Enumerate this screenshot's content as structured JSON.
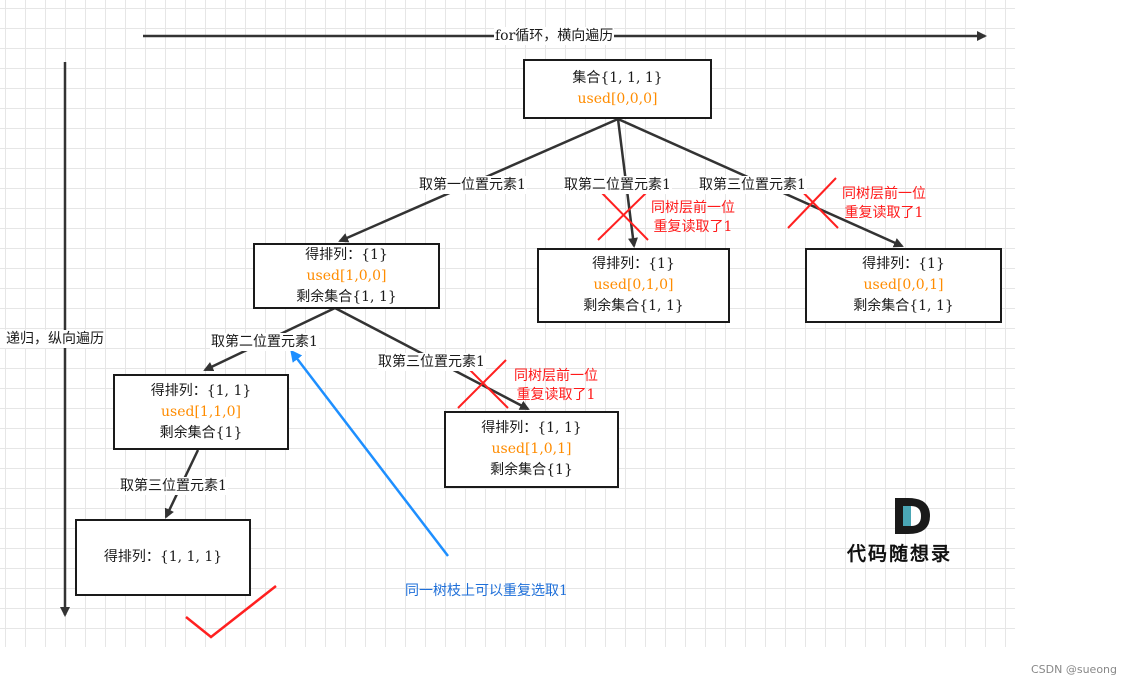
{
  "axes": {
    "horizontal_label": "for循环，横向遍历",
    "vertical_label": "递归，纵向遍历"
  },
  "nodes": {
    "root": {
      "line1": "集合{1, 1, 1}",
      "used": "used[0,0,0]"
    },
    "l1a": {
      "line1": "得排列：{1}",
      "used": "used[1,0,0]",
      "line3": "剩余集合{1, 1}"
    },
    "l1b": {
      "line1": "得排列：{1}",
      "used": "used[0,1,0]",
      "line3": "剩余集合{1, 1}"
    },
    "l1c": {
      "line1": "得排列：{1}",
      "used": "used[0,0,1]",
      "line3": "剩余集合{1, 1}"
    },
    "l2a": {
      "line1": "得排列：{1, 1}",
      "used": "used[1,1,0]",
      "line3": "剩余集合{1}"
    },
    "l2b": {
      "line1": "得排列：{1, 1}",
      "used": "used[1,0,1]",
      "line3": "剩余集合{1}"
    },
    "l3a": {
      "line1": "得排列：{1, 1, 1}"
    }
  },
  "edge_labels": {
    "root_first": "取第一位置元素1",
    "root_second": "取第二位置元素1",
    "root_third": "取第三位置元素1",
    "l1a_second": "取第二位置元素1",
    "l1a_third": "取第三位置元素1",
    "l2a_third": "取第三位置元素1"
  },
  "prune_notes": {
    "note1_line1": "同树层前一位",
    "note1_line2": "重复读取了1",
    "note2_line1": "同树层前一位",
    "note2_line2": "重复读取了1",
    "note3_line1": "同树层前一位",
    "note3_line2": "重复读取了1"
  },
  "branch_note": "同一树枝上可以重复选取1",
  "logo": {
    "letter": "D",
    "text": "代码随想录"
  },
  "watermark": "CSDN @sueong",
  "colors": {
    "box_border": "#1a1a1a",
    "used_text": "#ff8c00",
    "prune": "#ff1a1a",
    "branch_arrow": "#1e8fff",
    "logo_teal": "#4aa6b5"
  }
}
